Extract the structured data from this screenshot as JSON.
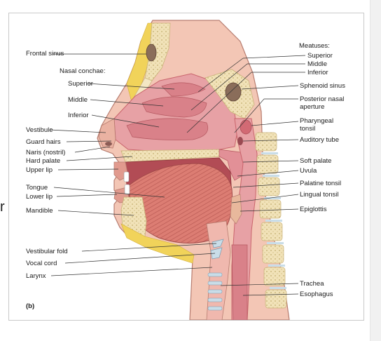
{
  "stray_text": "r",
  "panel_label": "(b)",
  "labels_left": {
    "frontal_sinus": "Frontal sinus",
    "nasal_conchae_heading": "Nasal conchae:",
    "superior_concha": "Superior",
    "middle_concha": "Middle",
    "inferior_concha": "Inferior",
    "vestibule": "Vestibule",
    "guard_hairs": "Guard hairs",
    "naris": "Naris (nostril)",
    "hard_palate": "Hard palate",
    "upper_lip": "Upper lip",
    "tongue": "Tongue",
    "lower_lip": "Lower lip",
    "mandible": "Mandible",
    "vestibular_fold": "Vestibular fold",
    "vocal_cord": "Vocal cord",
    "larynx": "Larynx"
  },
  "labels_right": {
    "meatuses_heading": "Meatuses:",
    "superior_meatus": "Superior",
    "middle_meatus": "Middle",
    "inferior_meatus": "Inferior",
    "sphenoid_sinus": "Sphenoid sinus",
    "posterior_nasal_aperture": "Posterior nasal aperture",
    "pharyngeal_tonsil": "Pharyngeal tonsil",
    "auditory_tube": "Auditory tube",
    "soft_palate": "Soft palate",
    "uvula": "Uvula",
    "palatine_tonsil": "Palatine tonsil",
    "lingual_tonsil": "Lingual tonsil",
    "epiglottis": "Epiglottis",
    "trachea": "Trachea",
    "esophagus": "Esophagus"
  },
  "colors": {
    "skin": "#f3c6b5",
    "skin_outline": "#b77d70",
    "mucosa": "#e7a1a5",
    "mucosa_dark": "#c9646c",
    "bone": "#f3e7c4",
    "bone_edge": "#d8c48e",
    "fat": "#f1d35a",
    "muscle": "#d9786f",
    "cartilage": "#c9dde8",
    "leader": "#333333"
  }
}
